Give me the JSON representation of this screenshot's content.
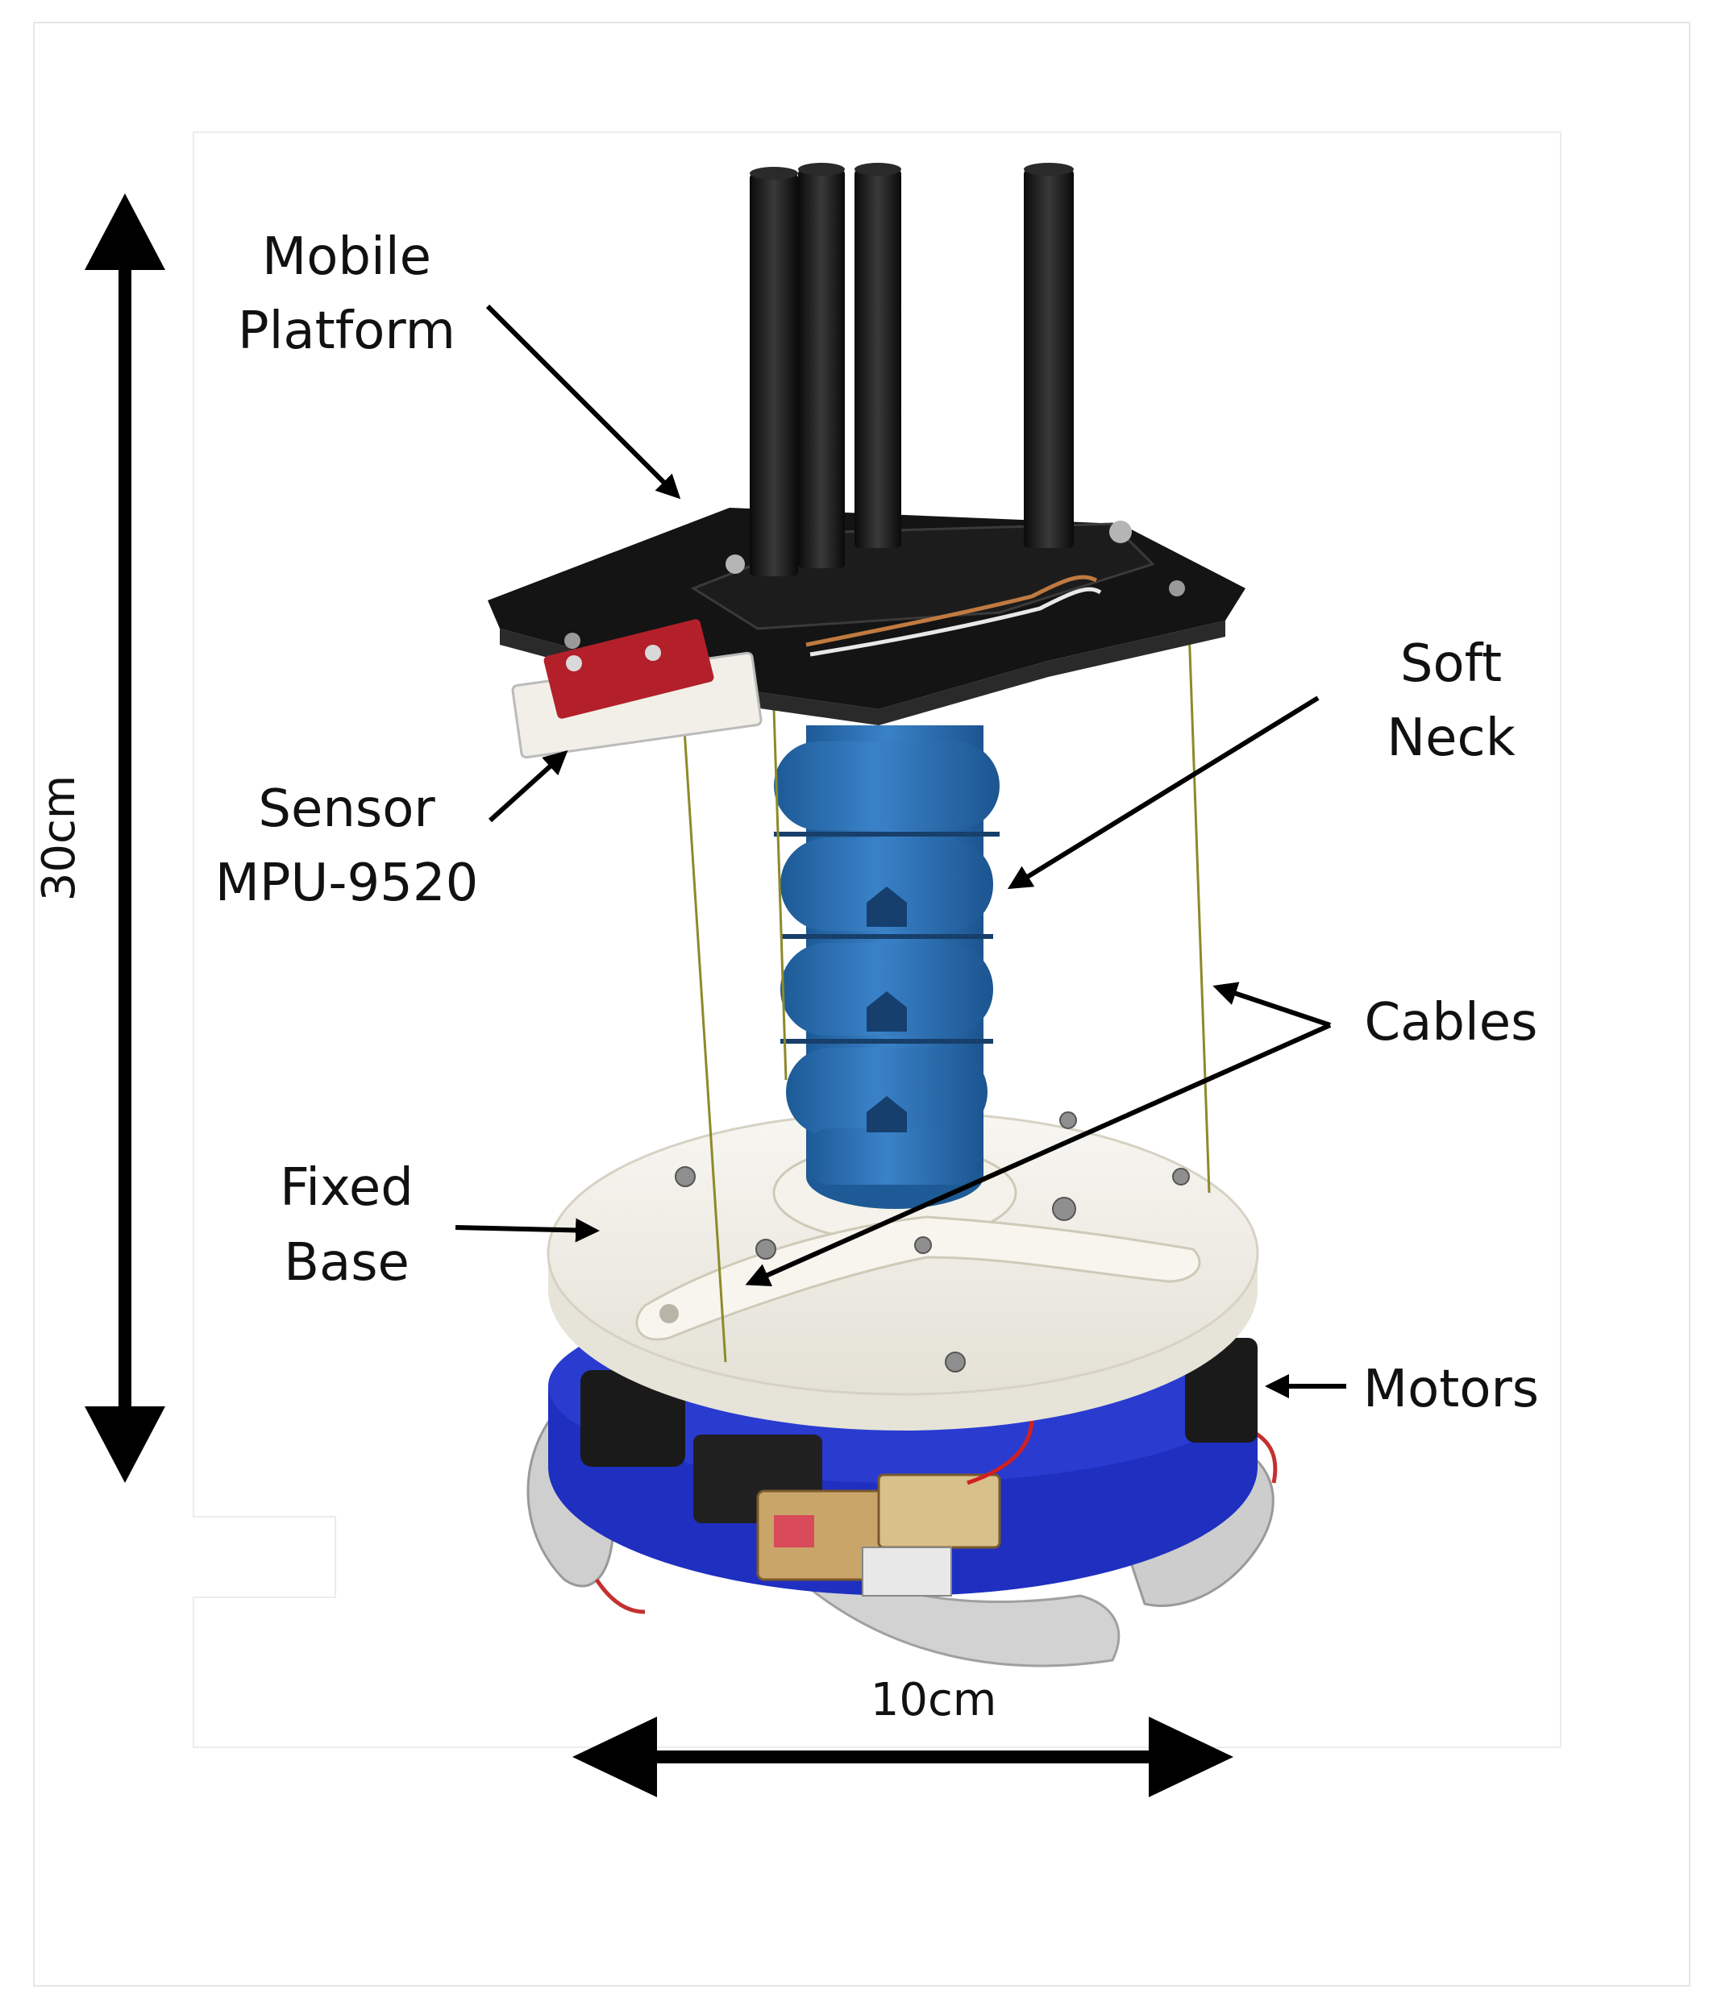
{
  "labels": {
    "mobile_platform": [
      "Mobile",
      "Platform"
    ],
    "soft_neck": [
      "Soft",
      "Neck"
    ],
    "sensor": [
      "Sensor",
      "MPU-9520"
    ],
    "cables": "Cables",
    "fixed_base": [
      "Fixed",
      "Base"
    ],
    "motors": "Motors"
  },
  "dimensions": {
    "height": "30cm",
    "width": "10cm"
  },
  "colors": {
    "neck_blue": "#2b6fb3",
    "motor_blue": "#1f2fc0",
    "platform_black": "#141414",
    "base_white": "#f3f1ea",
    "ribbon_grey": "#cfcfcf",
    "sensor_red": "#b3202a"
  }
}
